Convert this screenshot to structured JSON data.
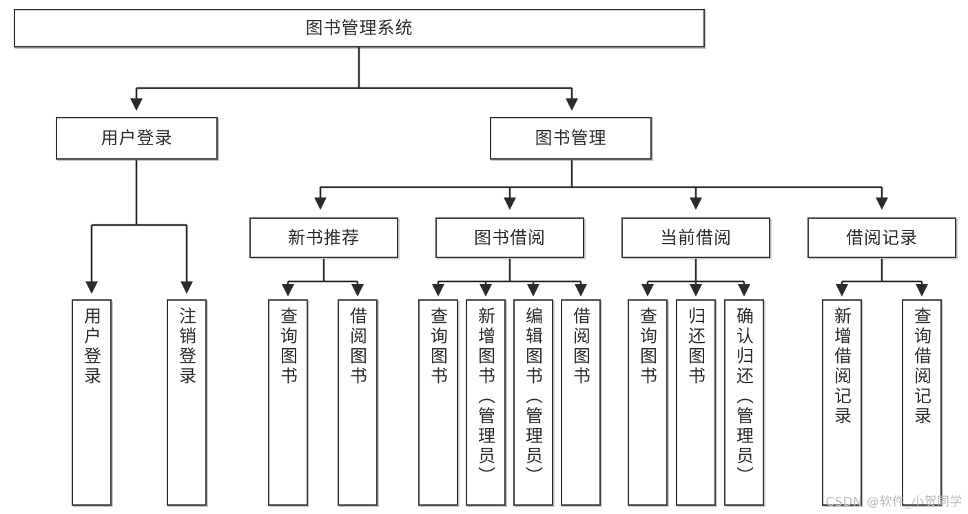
{
  "diagram": {
    "title": "图书管理系统",
    "watermark": "CSDN @软件_小贺同学",
    "style": {
      "border_color": "#3a3a3a",
      "text_color": "#2b2b2b",
      "background": "#ffffff",
      "watermark_color": "#b9b9b9"
    },
    "nodes": {
      "root": {
        "label": "图书管理系统"
      },
      "level2": [
        {
          "label": "用户登录"
        },
        {
          "label": "图书管理"
        }
      ],
      "level3": [
        {
          "label": "新书推荐"
        },
        {
          "label": "图书借阅"
        },
        {
          "label": "当前借阅"
        },
        {
          "label": "借阅记录"
        }
      ],
      "leaves": {
        "user_login": [
          {
            "label": "用户登录"
          },
          {
            "label": "注销登录"
          }
        ],
        "new_book": [
          {
            "label": "查询图书"
          },
          {
            "label": "借阅图书"
          }
        ],
        "book_borrow": [
          {
            "label": "查询图书"
          },
          {
            "label": "新增图书（管理员）"
          },
          {
            "label": "编辑图书（管理员）"
          },
          {
            "label": "借阅图书"
          }
        ],
        "current_borrow": [
          {
            "label": "查询图书"
          },
          {
            "label": "归还图书"
          },
          {
            "label": "确认归还（管理员）"
          }
        ],
        "borrow_record": [
          {
            "label": "新增借阅记录"
          },
          {
            "label": "查询借阅记录"
          }
        ]
      }
    }
  }
}
